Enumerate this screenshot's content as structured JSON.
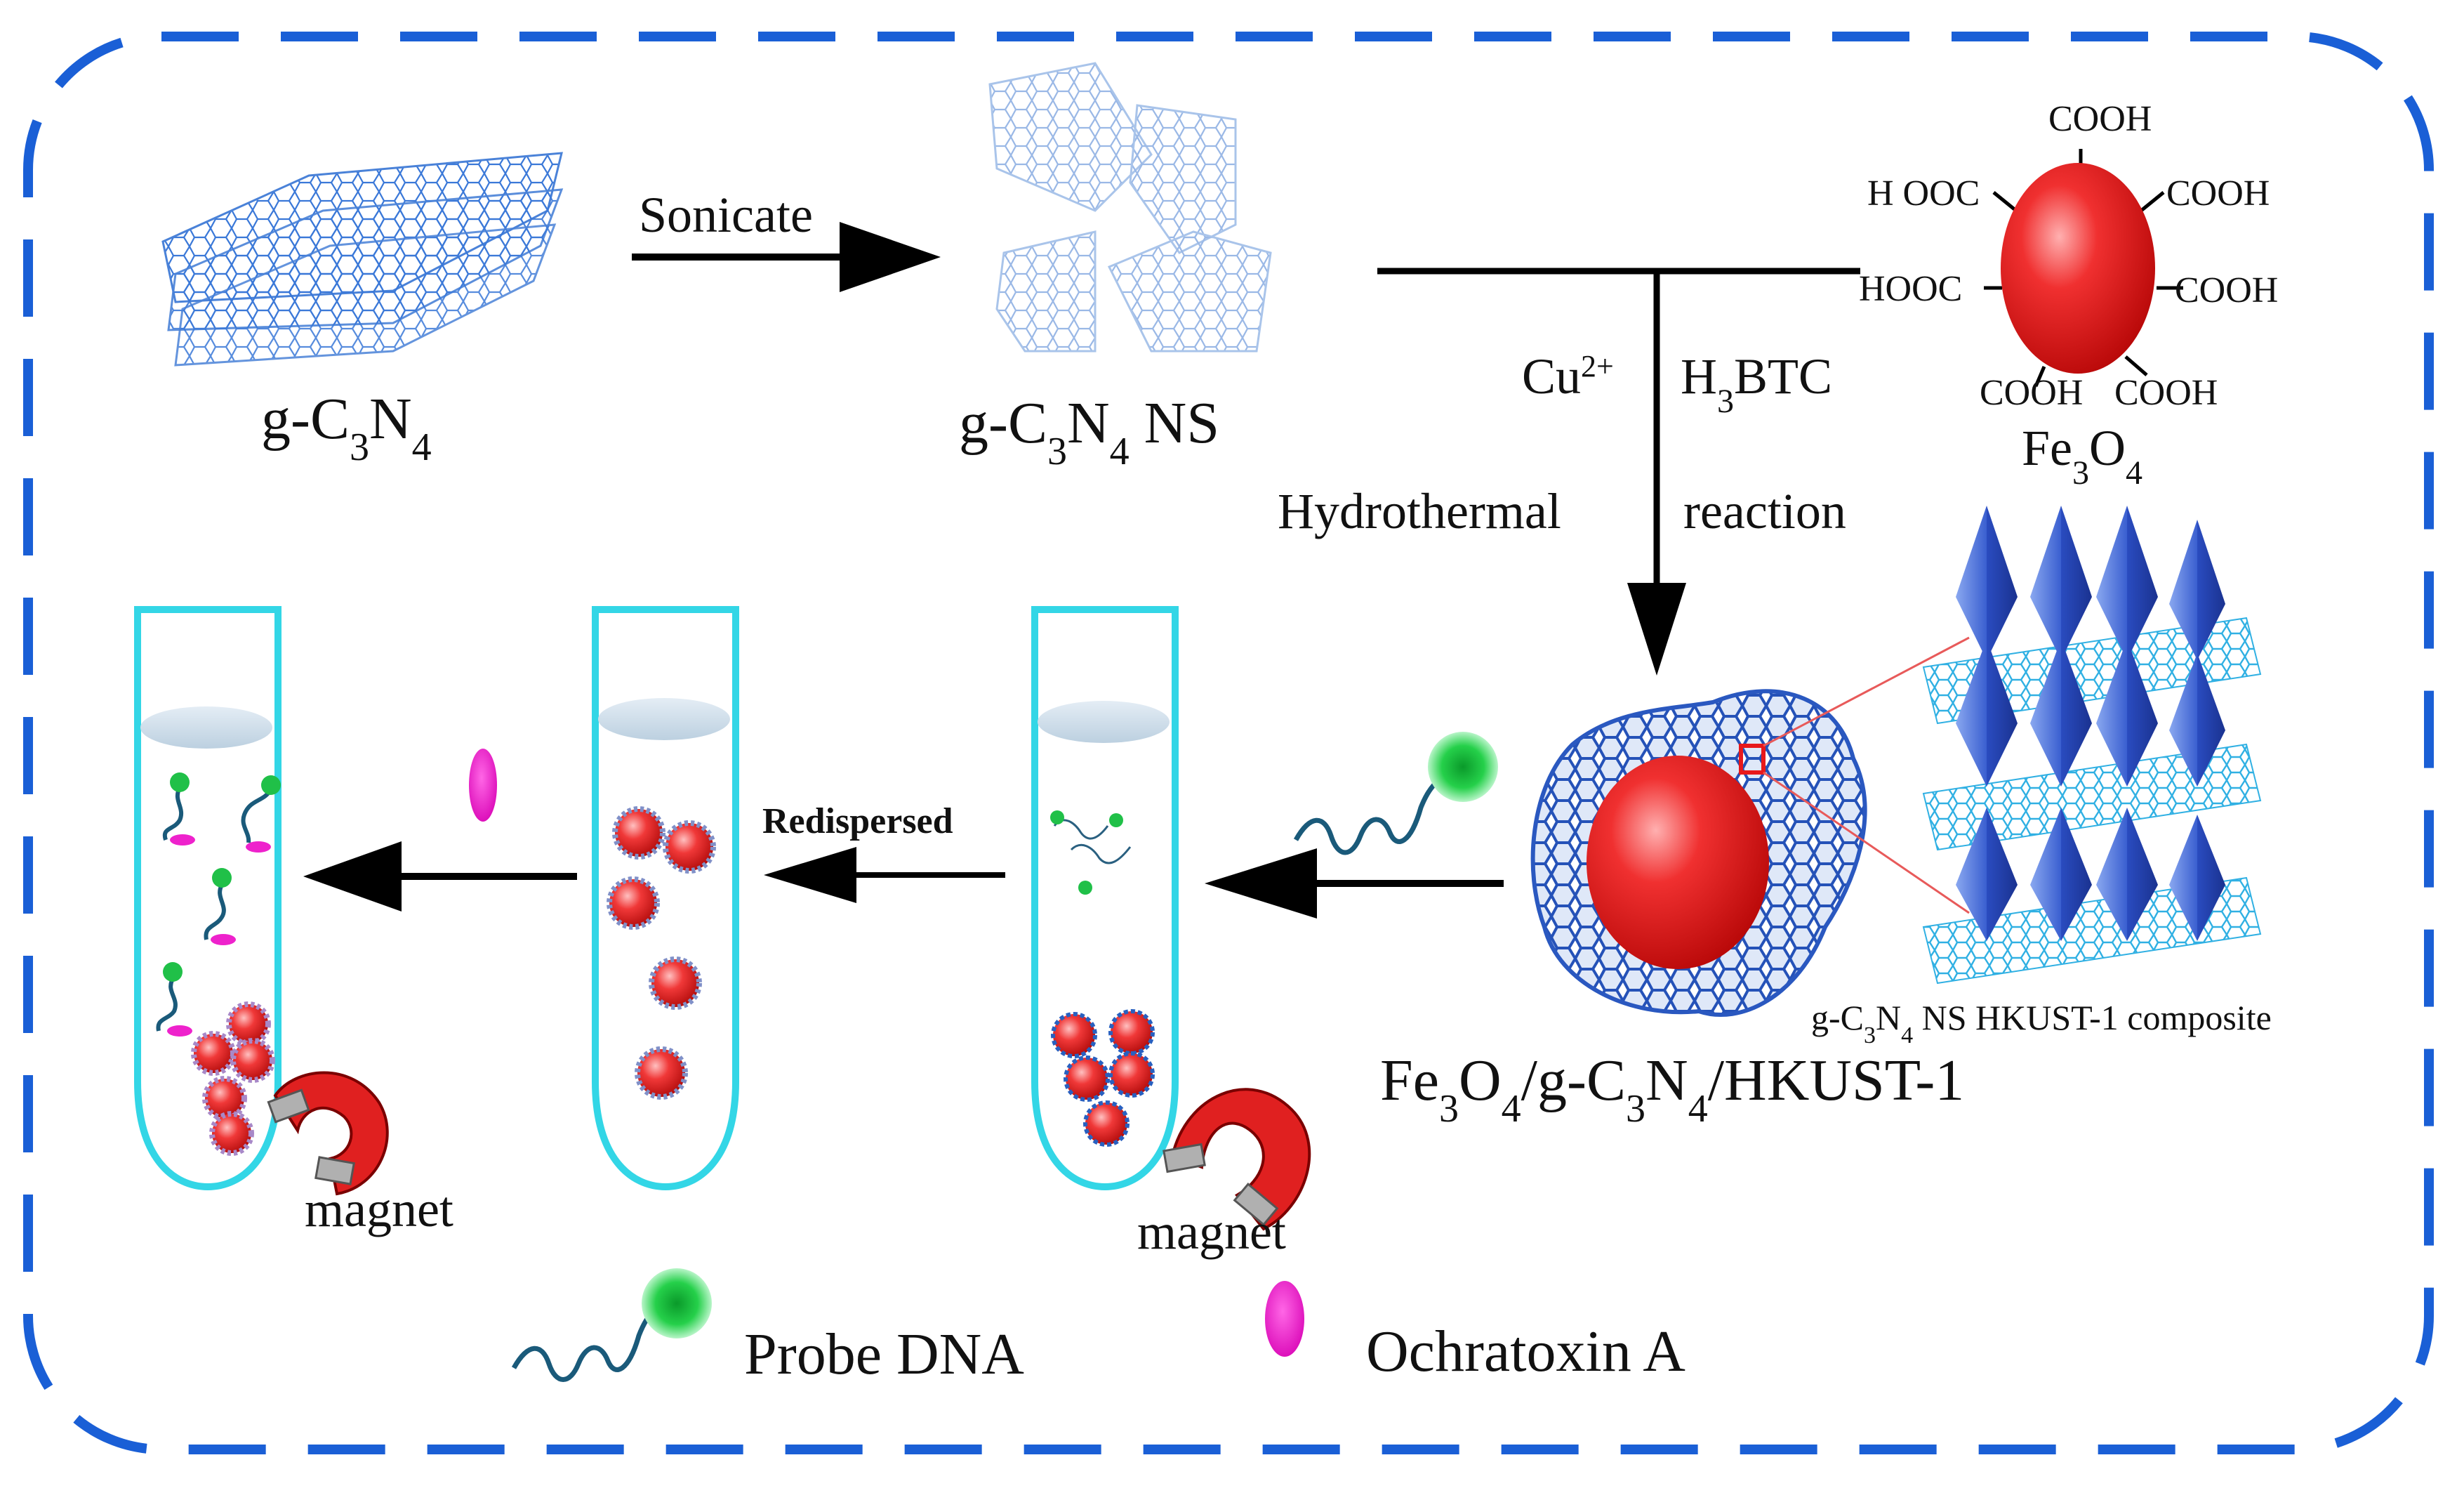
{
  "labels": {
    "gc3n4_main": "g-C",
    "gc3n4_sub1": "3",
    "gc3n4_main2": "N",
    "gc3n4_sub2": "4",
    "ns_main": "g-C",
    "ns_sub1": "3",
    "ns_main2": "N",
    "ns_sub2": "4",
    "ns_tail": " NS",
    "sonicate": "Sonicate",
    "cu_main": "Cu",
    "cu_sup": "2+",
    "h3btc_main": "H",
    "h3btc_sub": "3",
    "h3btc_tail": "BTC",
    "hydrothermal": "Hydrothermal",
    "reaction": "reaction",
    "fe3o4_main": "Fe",
    "fe3o4_sub1": "3",
    "fe3o4_main2": "O",
    "fe3o4_sub2": "4",
    "cooh_top": "COOH",
    "cooh_right_top": "COOH",
    "cooh_right": "COOH",
    "cooh_bottom_left": "COOH",
    "cooh_bottom_right": "COOH",
    "hooc_left_top": "H OOC",
    "hooc_left": "HOOC",
    "composite_main": "g-C",
    "composite_sub1": "3",
    "composite_main2": "N",
    "composite_sub2": "4",
    "composite_tail": "  NS HKUST-1 composite",
    "product_1": "Fe",
    "product_s1": "3",
    "product_2": "O",
    "product_s2": "4",
    "product_3": "/g-C",
    "product_s3": "3",
    "product_4": "N",
    "product_s4": "4",
    "product_5": "/HKUST-1",
    "redispersed": "Redispersed",
    "magnet_left": "magnet",
    "magnet_right": "magnet",
    "legend_probe": "Probe DNA",
    "legend_toxin": "Ochratoxin A"
  },
  "colors": {
    "border": "#1a5fd6",
    "tube": "#33d6e6",
    "sphere": "#e8191b",
    "probe_dot": "#1fc94a",
    "toxin": "#ee22cc",
    "dna_strand": "#1a5a7a",
    "network": "#2a6fd6",
    "crystal": "#3a5fd0"
  }
}
